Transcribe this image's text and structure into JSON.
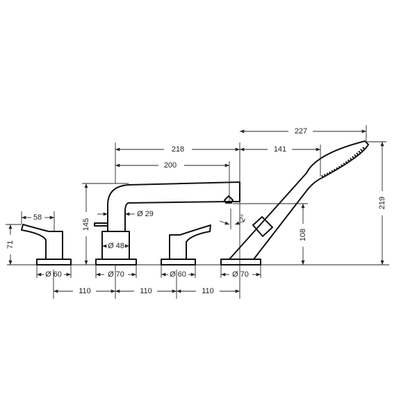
{
  "dimensions": {
    "lever_width": "58",
    "lever_height": "71",
    "left_base_dia": "Ø 60",
    "spout_base_dia": "Ø 70",
    "spout_body_dia": "Ø 48",
    "spout_pipe_dia": "Ø 29",
    "spout_height": "145",
    "spout_reach_outer": "218",
    "spout_reach_inner": "200",
    "spout_angle": "2°",
    "right_base_dia": "Ø 60",
    "shower_base_dia": "Ø 70",
    "shower_reach_total": "227",
    "shower_reach": "141",
    "shower_height": "219",
    "spout_outlet_height": "108",
    "spacing_1": "110",
    "spacing_2": "110",
    "spacing_3": "110"
  },
  "colors": {
    "line": "#111111",
    "background": "#ffffff"
  }
}
